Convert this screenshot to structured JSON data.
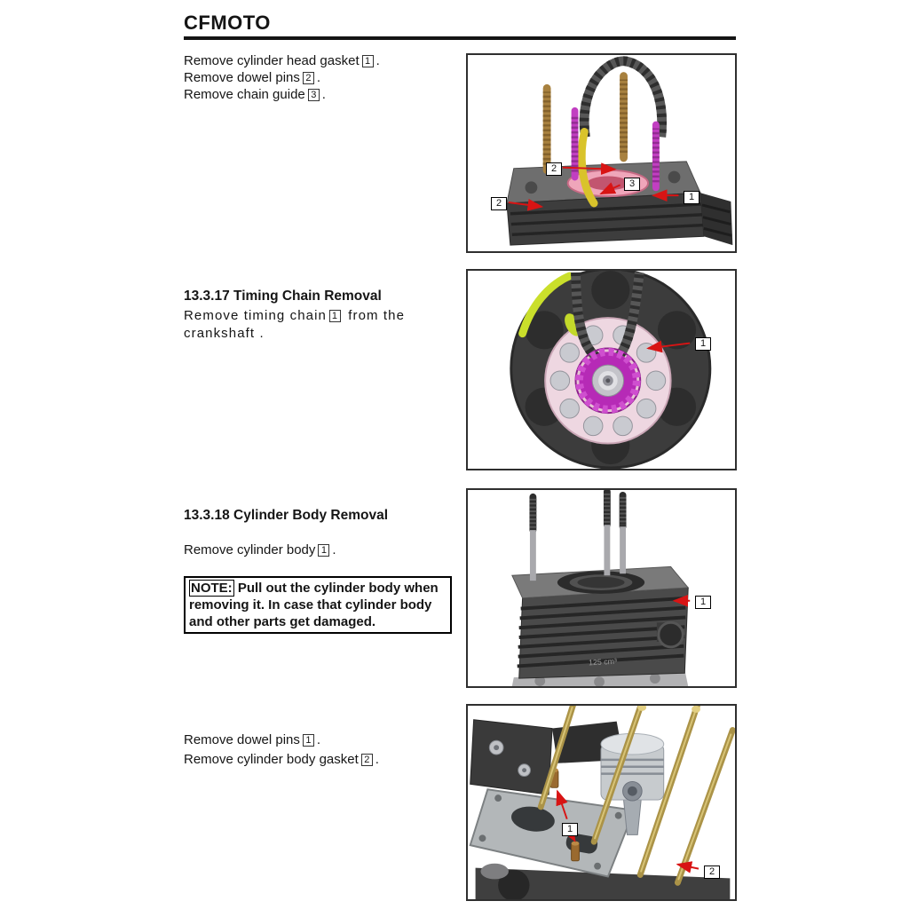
{
  "brand": "CFMOTO",
  "colors": {
    "arrow_red": "#d81414",
    "sprocket_magenta": "#b62ab6",
    "stud_magenta": "#c13fc1",
    "stud_brown": "#a8813f",
    "stud_gold": "#ab9347",
    "chain_guide_yellow": "#d9c32b",
    "tensioner_green": "#cadf2b",
    "gasket_pink": "#efa6ba"
  },
  "intro": {
    "lines": [
      {
        "text": "Remove cylinder head gasket",
        "ref": "1",
        "suffix": "."
      },
      {
        "text": "Remove dowel pins",
        "ref": "2",
        "suffix": "."
      },
      {
        "text": "Remove chain guide",
        "ref": "3",
        "suffix": "."
      }
    ]
  },
  "timing_section": {
    "heading": "13.3.17 Timing Chain Removal",
    "prefix": "Remove timing chain",
    "ref": "1",
    "suffix": " from the crankshaft ."
  },
  "cylinder_section": {
    "heading": "13.3.18 Cylinder Body Removal",
    "prefix": "Remove cylinder body",
    "ref": "1",
    "suffix": ".",
    "note_label": "NOTE:",
    "note_text": "Pull out the cylinder body when removing it. In case that cylinder body and other parts get damaged."
  },
  "dowel_section": {
    "lines": [
      {
        "text": "Remove dowel pins",
        "ref": "1",
        "suffix": "."
      },
      {
        "text": "Remove cylinder body gasket",
        "ref": "2",
        "suffix": "."
      }
    ]
  },
  "figures": {
    "head_gasket": {
      "callouts": [
        "2",
        "2",
        "3",
        "1"
      ]
    },
    "timing_chain": {
      "callouts": [
        "1"
      ]
    },
    "cylinder_body": {
      "callouts": [
        "1"
      ],
      "engraving": "125 cm³"
    },
    "piston": {
      "callouts": [
        "1",
        "2"
      ]
    }
  }
}
